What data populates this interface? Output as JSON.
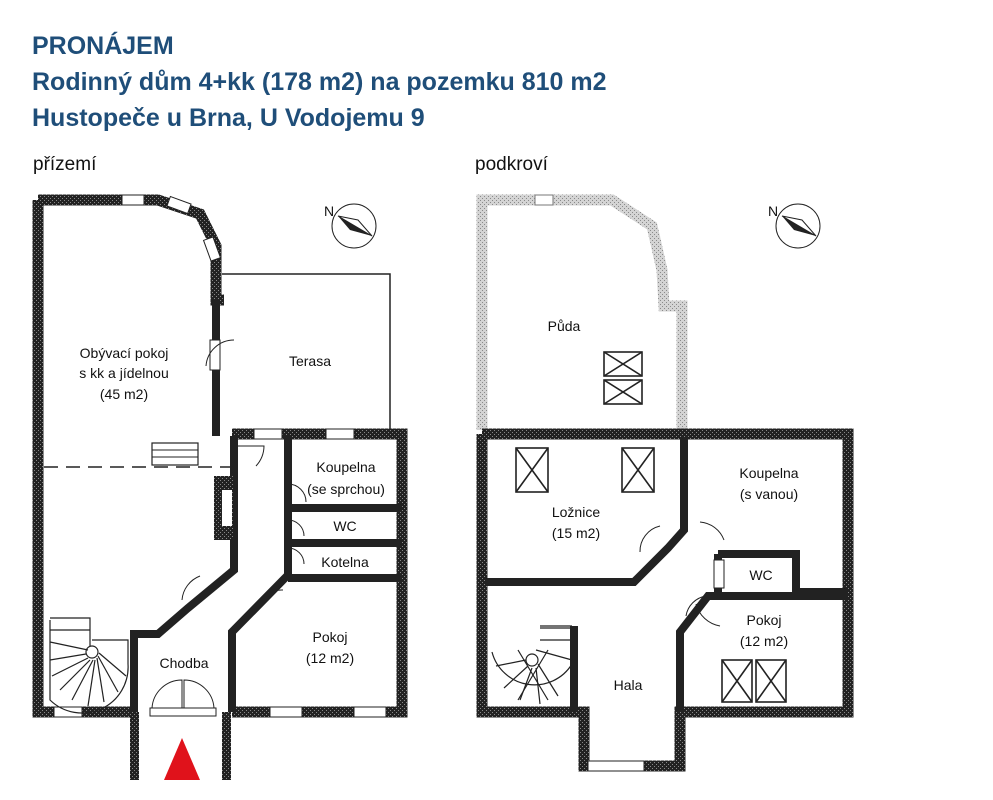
{
  "header": {
    "line1": "PRONÁJEM",
    "line2": "Rodinný dům 4+kk (178 m2) na pozemku 810 m2",
    "line3": "Hustopeče u Brna, U Vodojemu 9"
  },
  "ground_floor": {
    "label": "přízemí",
    "rooms": {
      "living_1": "Obývací pokoj",
      "living_2": "s kk a jídelnou",
      "living_3": "(45 m2)",
      "terrace": "Terasa",
      "bath_1": "Koupelna",
      "bath_2": "(se sprchou)",
      "wc": "WC",
      "boiler": "Kotelna",
      "room_1": "Pokoj",
      "room_2": "(12 m2)",
      "hall": "Chodba"
    }
  },
  "attic_floor": {
    "label": "podkroví",
    "rooms": {
      "attic": "Půda",
      "bedroom_1": "Ložnice",
      "bedroom_2": "(15 m2)",
      "bath_1": "Koupelna",
      "bath_2": "(s vanou)",
      "wc": "WC",
      "room_1": "Pokoj",
      "room_2": "(12 m2)",
      "hall": "Hala"
    }
  },
  "colors": {
    "header_text": "#1f4e79",
    "wall": "#222222",
    "attic_wall": "#bdbdbd",
    "entrance_arrow": "#e0121b"
  },
  "icons": [
    "north-arrow-icon",
    "entrance-arrow-icon",
    "spiral-staircase-icon",
    "skylight-icon"
  ]
}
